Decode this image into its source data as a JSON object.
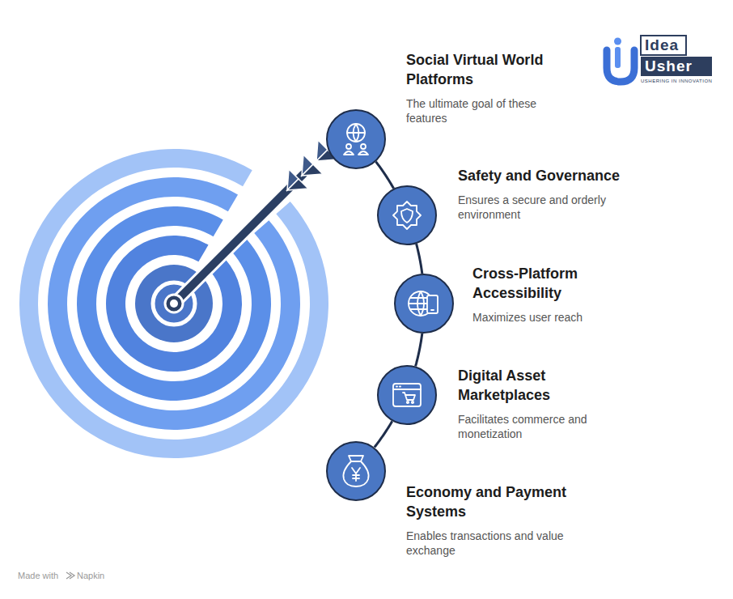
{
  "diagram": {
    "nodes": [
      {
        "text": [
          "Social Virtual World Platforms",
          "The ultimate goal of these features"
        ]
      },
      {
        "text": [
          "Safety and Governance",
          "Ensures a secure and orderly environment"
        ]
      },
      {
        "text": [
          "Cross-Platform Accessibility",
          "Maximizes user reach"
        ]
      },
      {
        "text": [
          "Digital Asset Marketplaces",
          "Facilitates commerce and monetization"
        ]
      },
      {
        "text": [
          "Economy and Payment Systems",
          "Enables transactions and value exchange"
        ]
      }
    ],
    "edges": [
      {
        "from": 0,
        "to": 1,
        "arrow": "none"
      },
      {
        "from": 1,
        "to": 2,
        "arrow": "none"
      },
      {
        "from": 2,
        "to": 3,
        "arrow": "none"
      },
      {
        "from": 3,
        "to": 4,
        "arrow": "none"
      }
    ],
    "labels": [
      "Idea",
      "Usher",
      "USHERING IN INNOVATION",
      "Made with",
      "Napkin"
    ]
  }
}
